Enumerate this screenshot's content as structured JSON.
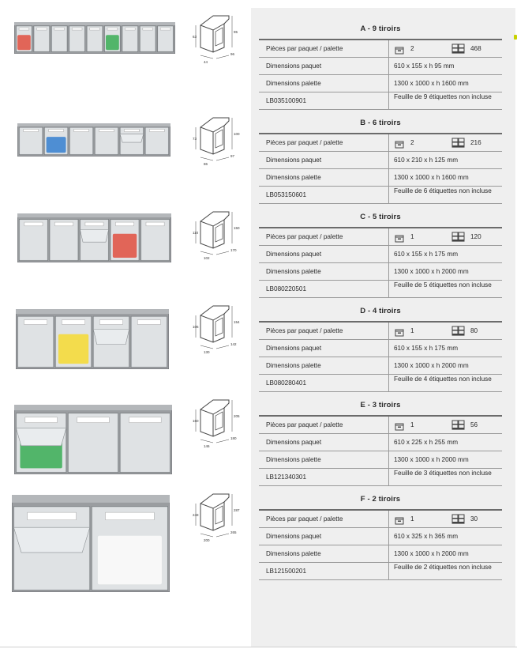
{
  "colors": {
    "panel_bg": "#efefef",
    "rule": "#6b6b6b",
    "accent": "#c8d200",
    "bin_gray": "#8a8d90",
    "red": "#d93a2a",
    "blue": "#1d6fc7",
    "green": "#22a040",
    "yellow": "#f0d21a"
  },
  "labels": {
    "pieces": "Pièces par paquet / palette",
    "dimensions_paquet": "Dimensions paquet",
    "dimensions_palette": "Dimensions palette"
  },
  "sections": [
    {
      "title": "A - 9 tiroirs",
      "per_package": "2",
      "per_pallet": "468",
      "package_dims": "610 x 155 x h 95 mm",
      "pallet_dims": "1300 x 1000 x h 1600 mm",
      "ref": "LB035100901",
      "labels_note": "Feuille de 9 étiquettes non incluse",
      "diagram": {
        "left": "63",
        "right": "95",
        "bottom": "44",
        "depth": "96"
      }
    },
    {
      "title": "B - 6 tiroirs",
      "per_package": "2",
      "per_pallet": "216",
      "package_dims": "610 x 210 x h 125 mm",
      "pallet_dims": "1300 x 1000 x h 1600 mm",
      "ref": "LB053150601",
      "labels_note": "Feuille de 6 étiquettes non incluse",
      "diagram": {
        "left": "73",
        "right": "100",
        "bottom": "86",
        "depth": "97"
      }
    },
    {
      "title": "C - 5 tiroirs",
      "per_package": "1",
      "per_pallet": "120",
      "package_dims": "610 x 155 x h 175 mm",
      "pallet_dims": "1300 x 1000 x h 2000 mm",
      "ref": "LB080220501",
      "labels_note": "Feuille de 5 étiquettes non incluse",
      "diagram": {
        "left": "110",
        "right": "150",
        "bottom": "102",
        "depth": "170"
      }
    },
    {
      "title": "D - 4 tiroirs",
      "per_package": "1",
      "per_pallet": "80",
      "package_dims": "610 x 155 x h 175 mm",
      "pallet_dims": "1300 x 1000 x h 2000 mm",
      "ref": "LB080280401",
      "labels_note": "Feuille de 4 étiquettes non incluse",
      "diagram": {
        "left": "106",
        "right": "154",
        "bottom": "130",
        "depth": "142"
      }
    },
    {
      "title": "E - 3 tiroirs",
      "per_package": "1",
      "per_pallet": "56",
      "package_dims": "610 x 225 x h 255 mm",
      "pallet_dims": "1300 x 1000 x h 2000 mm",
      "ref": "LB121340301",
      "labels_note": "Feuille de 3 étiquettes non incluse",
      "diagram": {
        "left": "160",
        "right": "205",
        "bottom": "146",
        "depth": "180"
      }
    },
    {
      "title": "F - 2 tiroirs",
      "per_package": "1",
      "per_pallet": "30",
      "package_dims": "610 x 325 x h 365 mm",
      "pallet_dims": "1300 x 1000 x h 2000 mm",
      "ref": "LB121500201",
      "labels_note": "Feuille de 2 étiquettes non incluse",
      "diagram": {
        "left": "248",
        "right": "287",
        "bottom": "200",
        "depth": "265"
      }
    }
  ]
}
